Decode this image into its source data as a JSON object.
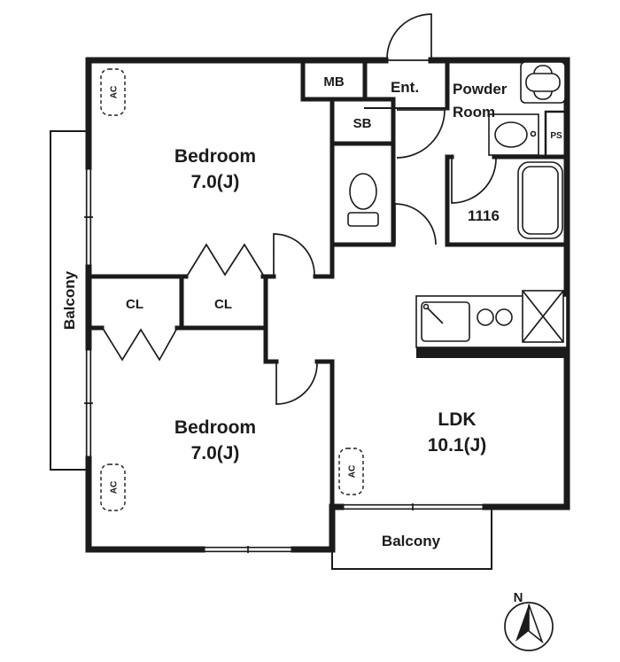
{
  "plan": {
    "rooms": {
      "bedroom1": {
        "name": "Bedroom",
        "size": "7.0(J)"
      },
      "bedroom2": {
        "name": "Bedroom",
        "size": "7.0(J)"
      },
      "ldk": {
        "name": "LDK",
        "size": "10.1(J)"
      },
      "entrance": {
        "name": "Ent."
      },
      "powderRoom": {
        "line1": "Powder",
        "line2": "Room"
      },
      "bathroom": {
        "sizeLabel": "1116"
      },
      "meterBox": {
        "name": "MB"
      },
      "shoeBox": {
        "name": "SB"
      },
      "pipeShaft": {
        "name": "PS"
      },
      "closetLeft": {
        "name": "CL"
      },
      "closetRight": {
        "name": "CL"
      },
      "balconyLeft": {
        "name": "Balcony"
      },
      "balconyBottom": {
        "name": "Balcony"
      }
    },
    "markers": {
      "airConditioner": "AC",
      "north": "N"
    },
    "colors": {
      "wall": "#1b1b1b",
      "background": "#ffffff"
    }
  }
}
